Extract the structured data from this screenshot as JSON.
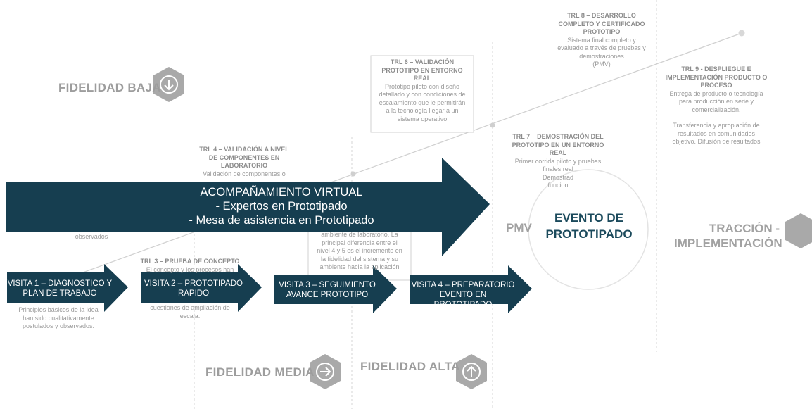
{
  "fidelity": {
    "low": "FIDELIDAD BAJA",
    "medium": "FIDELIDAD MEDIA",
    "high": "FIDELIDAD ALTA"
  },
  "pmv_label": "PMV",
  "traction": [
    "TRACCIÓN -",
    "IMPLEMENTACIÓN"
  ],
  "trl": {
    "trl3": {
      "title": "TRL 3 – PRUEBA DE CONCEPTO",
      "lines": [
        "El concepto y los procesos han"
      ]
    },
    "trl3_tail": [
      "cuestiones de ampliación de",
      "escala."
    ],
    "trl2_tail": "observados",
    "trl1_desc": [
      "Principios básicos de la idea",
      "han sido cualitativamente",
      "postulados y observados."
    ],
    "trl4": {
      "title": [
        "TRL 4 – VALIDACIÓN A NIVEL",
        "DE COMPONENTES EN",
        "LABORATORIO"
      ],
      "lines": [
        "Validación de componentes o"
      ]
    },
    "trl5_tail": [
      "ambiente de laboratorio. La",
      "principal diferencia entre el",
      "nivel 4 y 5 es el incremento en",
      "la fidelidad del sistema y su",
      "ambiente hacia la aplicación"
    ],
    "trl6": {
      "title": [
        "TRL 6 – VALIDACIÓN",
        "PROTOTIPO EN ENTORNO REAL"
      ],
      "lines": [
        "Prototipo piloto con diseño",
        "detallado y con condiciones de",
        "escalamiento que le permitirán",
        "a la tecnología llegar a un",
        "sistema operativo"
      ]
    },
    "trl7": {
      "title": [
        "TRL 7 – DEMOSTRACIÓN DEL",
        "PROTOTIPO EN UN ENTORNO",
        "REAL"
      ],
      "lines": [
        "Primer corrida piloto y pruebas",
        "finales real",
        "Demostrad",
        "funcion"
      ]
    },
    "trl8": {
      "title": [
        "TRL 8 – DESARROLLO",
        "COMPLETO Y CERTIFICADO",
        "PROTOTIPO"
      ],
      "lines": [
        "Sistema final completo y",
        "evaluado a través de pruebas y",
        "demostraciones",
        "(PMV)"
      ]
    },
    "trl9": {
      "title": [
        "TRL 9 - DESPLIEGUE E",
        "IMPLEMENTACIÓN PRODUCTO O",
        "PROCESO"
      ],
      "lines": [
        "Entrega de producto o tecnología",
        "para producción en serie y",
        "comercialización."
      ],
      "extra": [
        "Transferencia y apropiación de",
        "resultados en comunidades",
        "objetivo. Difusión de resultados"
      ]
    }
  },
  "virtual": {
    "title": "ACOMPAÑAMIENTO VIRTUAL",
    "items": [
      "-  Expertos en Prototipado",
      "- Mesa de asistencia en Prototipado"
    ]
  },
  "visits": [
    {
      "lines": [
        "VISITA 1 – DIAGNOSTICO Y",
        "PLAN DE TRABAJO"
      ]
    },
    {
      "lines": [
        "VISITA 2 – PROTOTIPADO",
        "RAPIDO"
      ]
    },
    {
      "lines": [
        "VISITA 3 – SEGUIMIENTO",
        "AVANCE PROTOTIPO"
      ]
    },
    {
      "lines": [
        "VISITA 4 – PREPARATORIO",
        "EVENTO EN PROTOTIPADO"
      ]
    }
  ],
  "event": [
    "EVENTO DE",
    "PROTOTIPADO"
  ],
  "colors": {
    "navy": "#163e50",
    "gray_icon": "#a9a9a9",
    "text_gray": "#9a9a9a"
  },
  "icons": {
    "low": "arrow-down-circle-icon",
    "medium": "arrow-right-circle-icon",
    "high": "arrow-up-circle-icon",
    "traction": "hexagon-icon"
  }
}
